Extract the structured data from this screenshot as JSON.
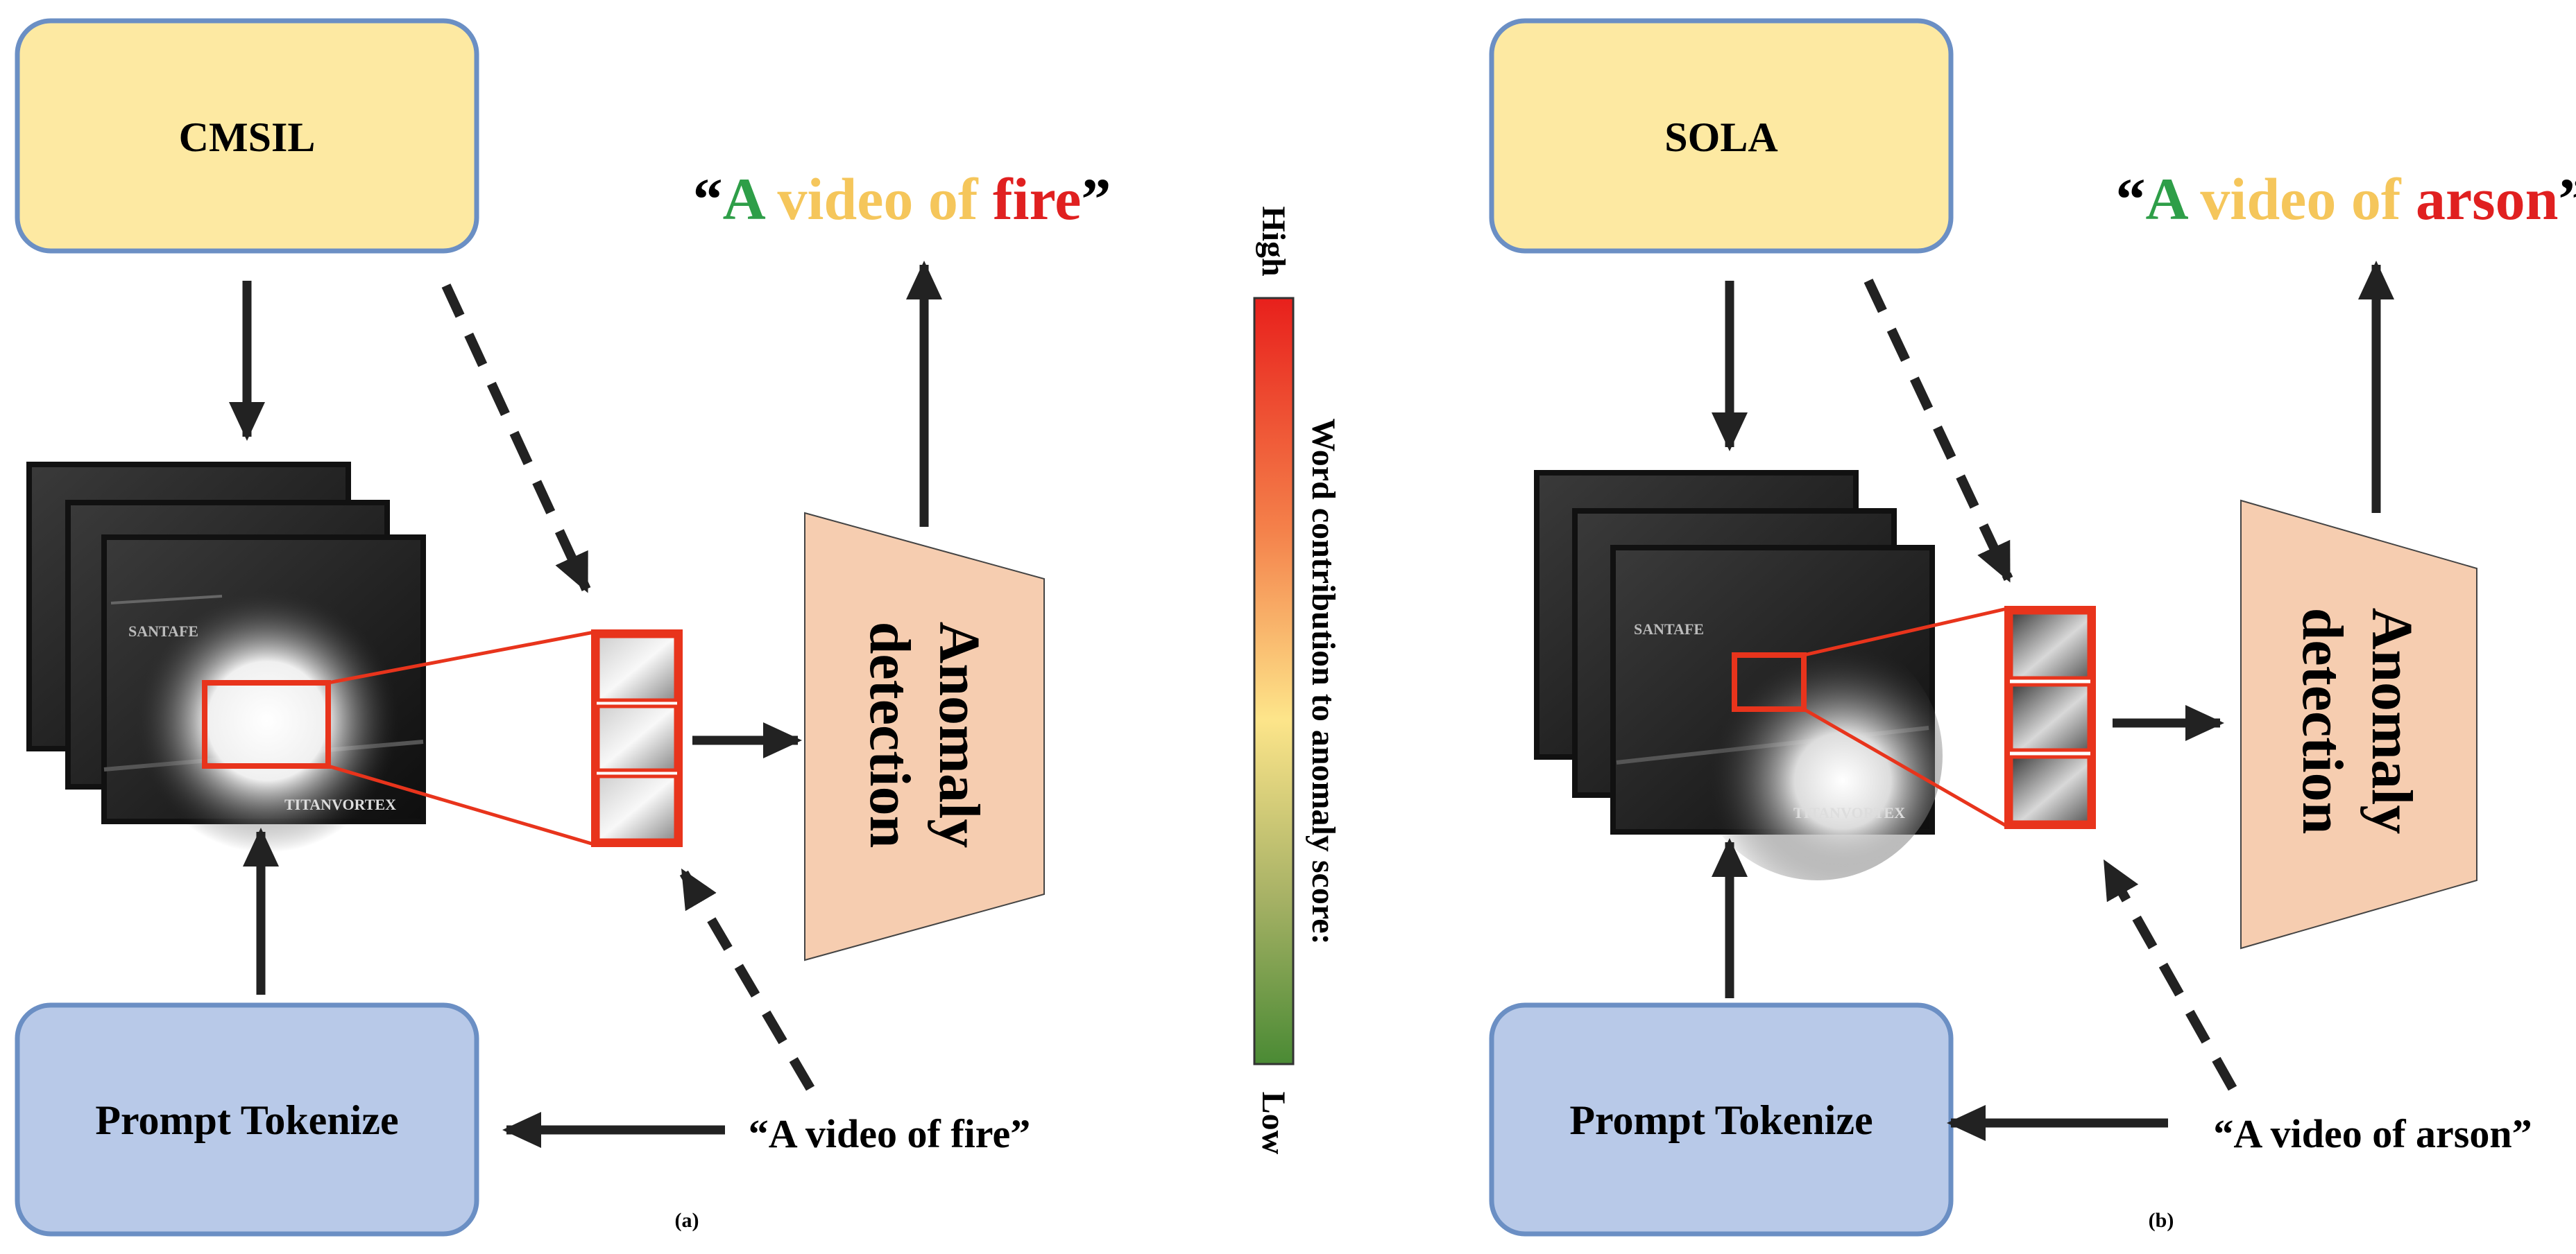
{
  "colors": {
    "yellow_box": "#fde9a2",
    "blue_box": "#b8c9e8",
    "box_border": "#6b8fc4",
    "detector_fill": "#f6cdb0",
    "highlight_red": "#e8341c",
    "word_green": "#2e9e48",
    "word_yellow": "#f5c65b",
    "word_red": "#e02020",
    "scale_high": "#e8201c",
    "scale_mid": "#fde58a",
    "scale_low": "#4a8a34"
  },
  "panel_a": {
    "model_name": "CMSIL",
    "tokenizer_label": "Prompt Tokenize",
    "detector_line1": "Anomaly",
    "detector_line2": "detection",
    "prompt": "“A video of fire”",
    "frame_watermark": "TITANVORTEX",
    "frame_sign": "SANTAFE",
    "caption": "(a)",
    "output": {
      "open_quote": "“",
      "word_1": "A",
      "word_2": " video of ",
      "word_3": "fire",
      "close_quote": "”"
    }
  },
  "panel_b": {
    "model_name": "SOLA",
    "tokenizer_label": "Prompt Tokenize",
    "detector_line1": "Anomaly",
    "detector_line2": "detection",
    "prompt": "“A video of arson”",
    "frame_watermark": "TITANVORTEX",
    "frame_sign": "SANTAFE",
    "caption": "(b)",
    "output": {
      "open_quote": "“",
      "word_1": "A",
      "word_2": " video of ",
      "word_3": " arson",
      "close_quote": "”"
    }
  },
  "scale": {
    "high_label": "High",
    "low_label": "Low",
    "title": "Word contribution to anomaly score:"
  }
}
